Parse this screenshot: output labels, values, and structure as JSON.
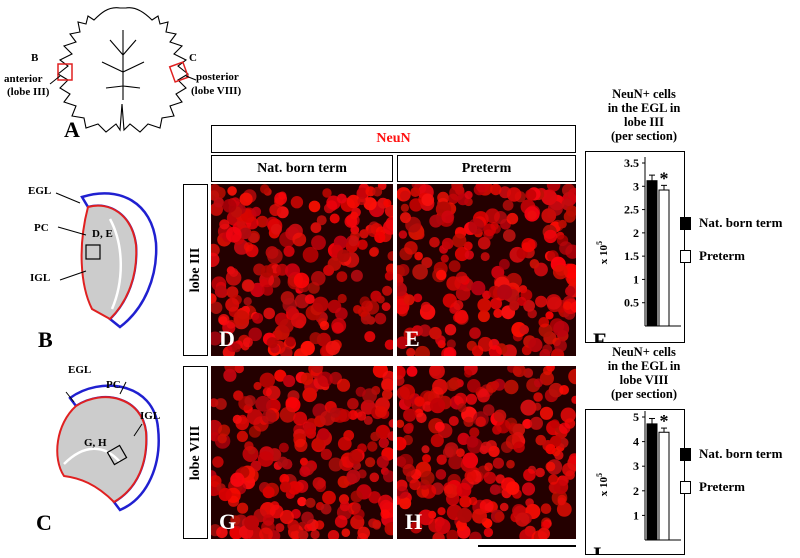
{
  "labels": {
    "panel_a": "A",
    "panel_b": "B",
    "panel_c": "C",
    "box_b": "B",
    "box_c": "C",
    "anterior": "anterior",
    "lobe_iii_paren": "(lobe III)",
    "posterior": "posterior",
    "lobe_viii_paren": "(lobe VIII)",
    "egl": "EGL",
    "pc": "PC",
    "igl": "IGL",
    "de": "D, E",
    "gh": "G, H"
  },
  "micrographs": {
    "stain": "NeuN",
    "col_term": "Nat. born term",
    "col_preterm": "Preterm",
    "row_lobe_iii": "lobe III",
    "row_lobe_viii": "lobe VIII",
    "panels": [
      "D",
      "E",
      "G",
      "H"
    ]
  },
  "colors": {
    "neun": "#ff1010",
    "pc_outline": "#e02020",
    "egl_outline": "#2020d0",
    "inset_box": "#e02020",
    "igl_fill": "#cccccc"
  },
  "chart_data": [
    {
      "type": "bar",
      "panel": "F",
      "title": [
        "NeuN+ cells",
        "in the EGL in",
        "lobe III",
        "(per section)"
      ],
      "ylabel": "x 10",
      "ylabel_exp": "5",
      "ylim": [
        0,
        3.5
      ],
      "yticks": [
        "0.5",
        "1",
        "1.5",
        "2",
        "2.5",
        "3",
        "3.5"
      ],
      "categories": [
        "Nat. born term",
        "Preterm"
      ],
      "values": [
        3.12,
        2.92
      ],
      "errors": [
        0.12,
        0.1
      ],
      "significance": "*",
      "legend": [
        "Nat. born term",
        "Preterm"
      ]
    },
    {
      "type": "bar",
      "panel": "I",
      "title": [
        "NeuN+ cells",
        "in the EGL in",
        "lobe VIII",
        "(per section)"
      ],
      "ylabel": "x 10",
      "ylabel_exp": "5",
      "ylim": [
        0,
        5
      ],
      "yticks": [
        "1",
        "2",
        "3",
        "4",
        "5"
      ],
      "categories": [
        "Nat. born term",
        "Preterm"
      ],
      "values": [
        4.72,
        4.38
      ],
      "errors": [
        0.22,
        0.17
      ],
      "significance": "*",
      "legend": [
        "Nat. born term",
        "Preterm"
      ]
    }
  ]
}
